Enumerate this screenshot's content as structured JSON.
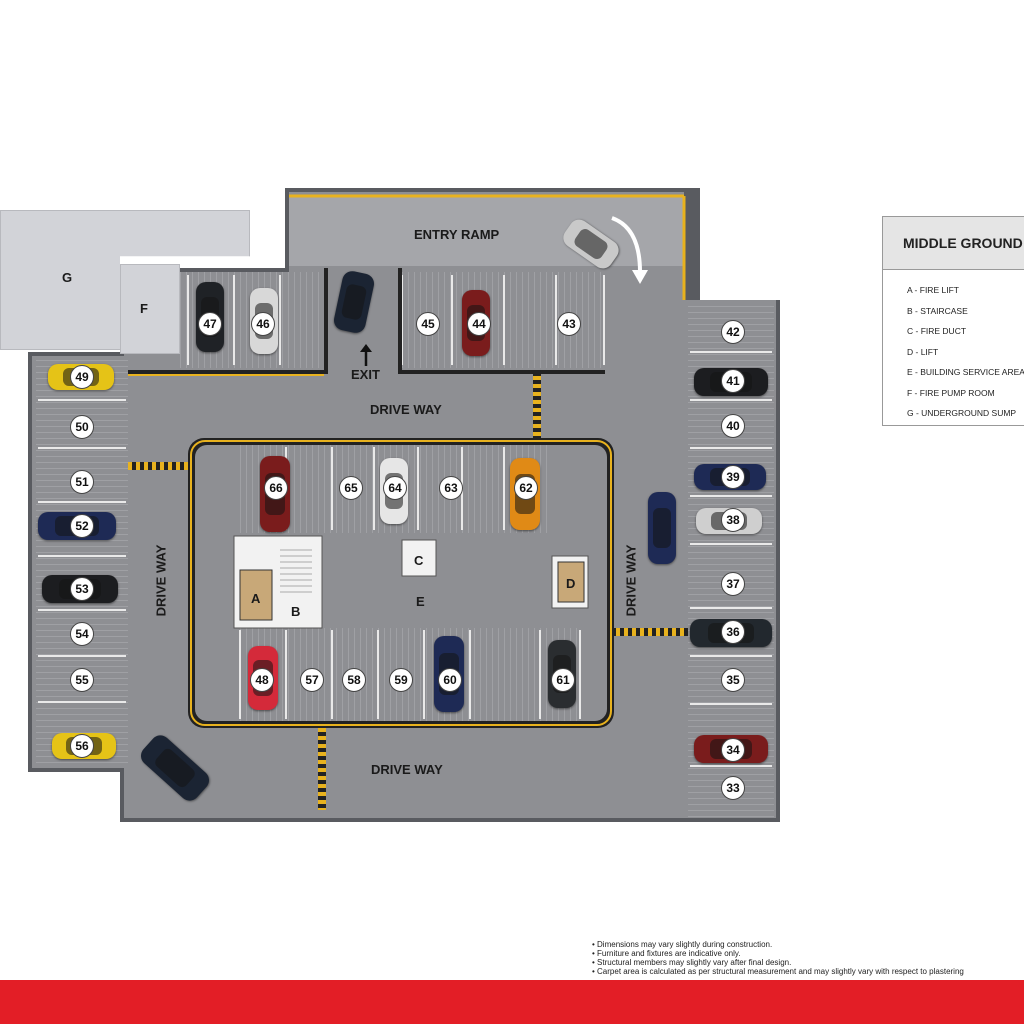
{
  "colors": {
    "floor": "#8e8f93",
    "ramp": "#a5a6aa",
    "yellow_line": "#e8b21e",
    "wall": "#595b60",
    "footer_bar": "#e31e26"
  },
  "zones": {
    "entry_ramp": "ENTRY RAMP",
    "exit": "EXIT",
    "drive_way_top": "DRIVE WAY",
    "drive_way_left": "DRIVE WAY",
    "drive_way_right": "DRIVE WAY",
    "drive_way_bottom": "DRIVE WAY"
  },
  "blocks": {
    "g": "G",
    "f": "F",
    "a": "A",
    "b": "B",
    "c": "C",
    "d": "D",
    "e": "E"
  },
  "spots": [
    "33",
    "34",
    "35",
    "36",
    "37",
    "38",
    "39",
    "40",
    "41",
    "42",
    "43",
    "44",
    "45",
    "46",
    "47",
    "48",
    "49",
    "50",
    "51",
    "52",
    "53",
    "54",
    "55",
    "56",
    "57",
    "58",
    "59",
    "60",
    "61",
    "62",
    "63",
    "64",
    "65",
    "66"
  ],
  "legend": {
    "title": "MIDDLE GROUND",
    "items": [
      "A - FIRE LIFT",
      "B - STAIRCASE",
      "C - FIRE DUCT",
      "D - LIFT",
      "E - BUILDING SERVICE AREA",
      "F - FIRE PUMP ROOM",
      "G - UNDERGROUND SUMP"
    ]
  },
  "notes": [
    "• Dimensions may vary slightly during construction.",
    "• Furniture and fixtures are indicative only.",
    "• Structural members may slightly vary after final design.",
    "• Carpet area is calculated as per structural measurement and may slightly vary with respect to plastering"
  ]
}
